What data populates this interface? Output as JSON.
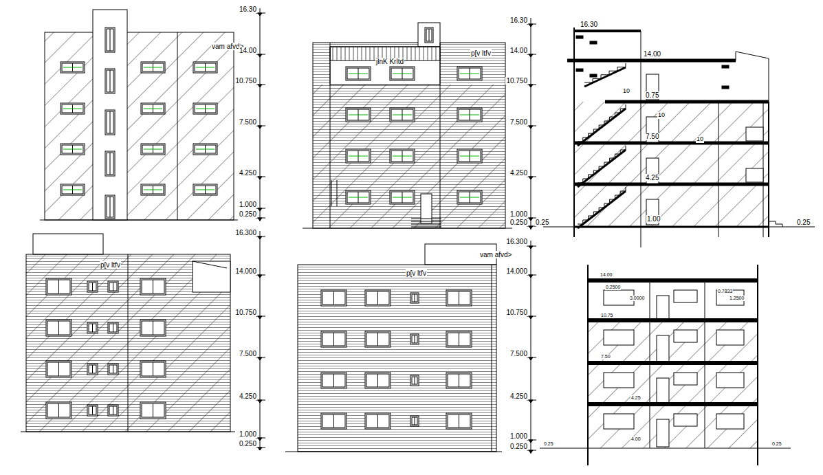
{
  "diagram": {
    "labels": [
      "16.30",
      "vam afvd>",
      "14.00",
      "10.750",
      "7.500",
      "4.250",
      "1.000",
      "0.250",
      "16.30",
      "p[v ltfv",
      "14.00",
      "jlnK Krltd",
      "10.750",
      "7.500",
      "4.250",
      "1.000",
      "0.250",
      "16.30",
      "14.00",
      "10",
      "0.75",
      "10",
      "7.50",
      "10",
      "4.25",
      "1.00",
      "0.25",
      "0.25",
      "16.300",
      "p[v ltfv",
      "14.000",
      "10.750",
      "7.500",
      "4.250",
      "1.000",
      "0.250",
      "16.300",
      "vam afvd>",
      "p[v ltfv",
      "14.000",
      "10.750",
      "7.500",
      "4.250",
      "1.000",
      "0.250",
      "14.00",
      "0.2500",
      "3.0000",
      "0.7833",
      "1.2500",
      "10.75",
      "7.50",
      "4.25",
      "4.00",
      "0.25",
      "0.25"
    ]
  }
}
